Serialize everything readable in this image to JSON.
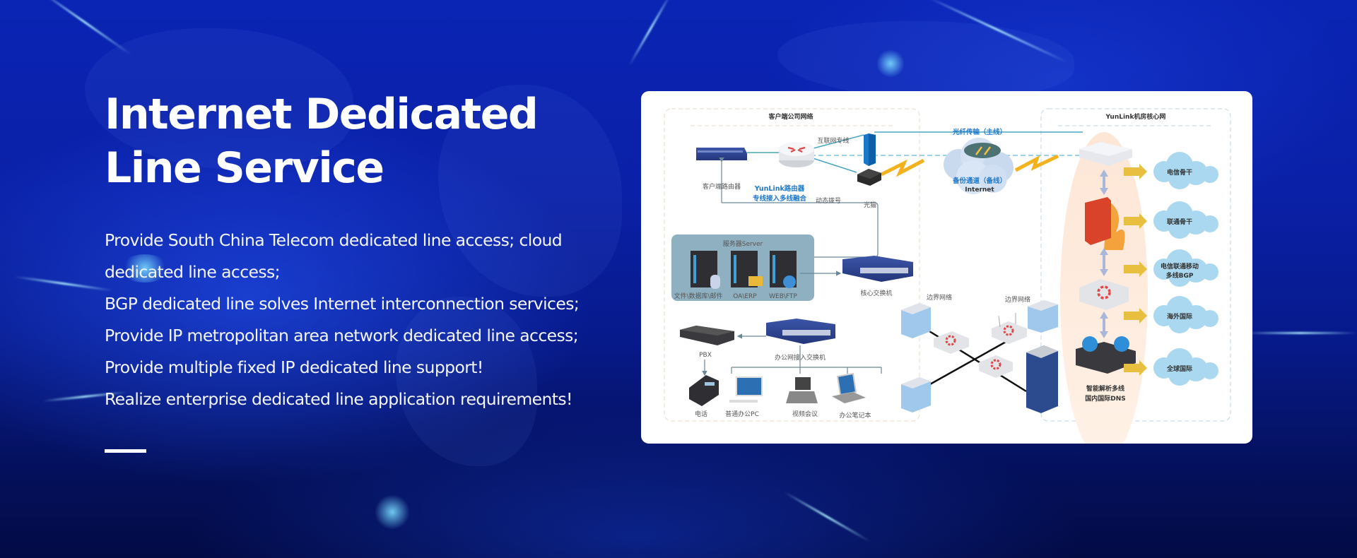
{
  "hero": {
    "title_line1": "Internet Dedicated",
    "title_line2": "Line Service",
    "description_lines": [
      "Provide South China Telecom dedicated line access; cloud",
      "dedicated line access;",
      "BGP dedicated line solves Internet interconnection services;",
      "Provide IP metropolitan area network dedicated line access;",
      "Provide multiple fixed IP dedicated line support!",
      "Realize enterprise dedicated line application requirements!"
    ]
  },
  "diagram": {
    "client_network_title": "客户端公司网络",
    "core_network_title": "YunLink机房核心网",
    "client_router": "客户端路由器",
    "internet_line": "互联网专线",
    "yunlink_router_line1": "YunLink路由器",
    "yunlink_router_line2": "专线接入多线融合",
    "dynamic_dial": "动态拨号",
    "optical_modem": "光猫",
    "fiber_main": "光纤传输（主线）",
    "backup_line": "备份通道（备线）",
    "internet": "Internet",
    "server_group_title": "服务器Server",
    "servers": [
      "文件\\数据库\\邮件",
      "OA\\ERP",
      "WEB\\FTP"
    ],
    "core_switch": "核心交换机",
    "office_switch": "办公网接入交换机",
    "pbx": "PBX",
    "endpoints": [
      "电话",
      "普通办公PC",
      "视频会议",
      "办公笔记本"
    ],
    "edge_network_left": "边界网络",
    "edge_network_right": "边界网络",
    "dns_line1": "智能解析多线",
    "dns_line2": "国内国际DNS",
    "backbones": [
      "电信骨干",
      "联通骨干",
      "电信联通移动",
      "海外国际",
      "全球国际"
    ],
    "bgp_sub": "多线BGP"
  },
  "colors": {
    "accent_blue": "#1f78c8",
    "link_teal": "#4aa6c2",
    "bolt_yellow": "#f3b21d",
    "cloud_blue": "#a9d8f0",
    "firewall_red": "#d8432a"
  }
}
